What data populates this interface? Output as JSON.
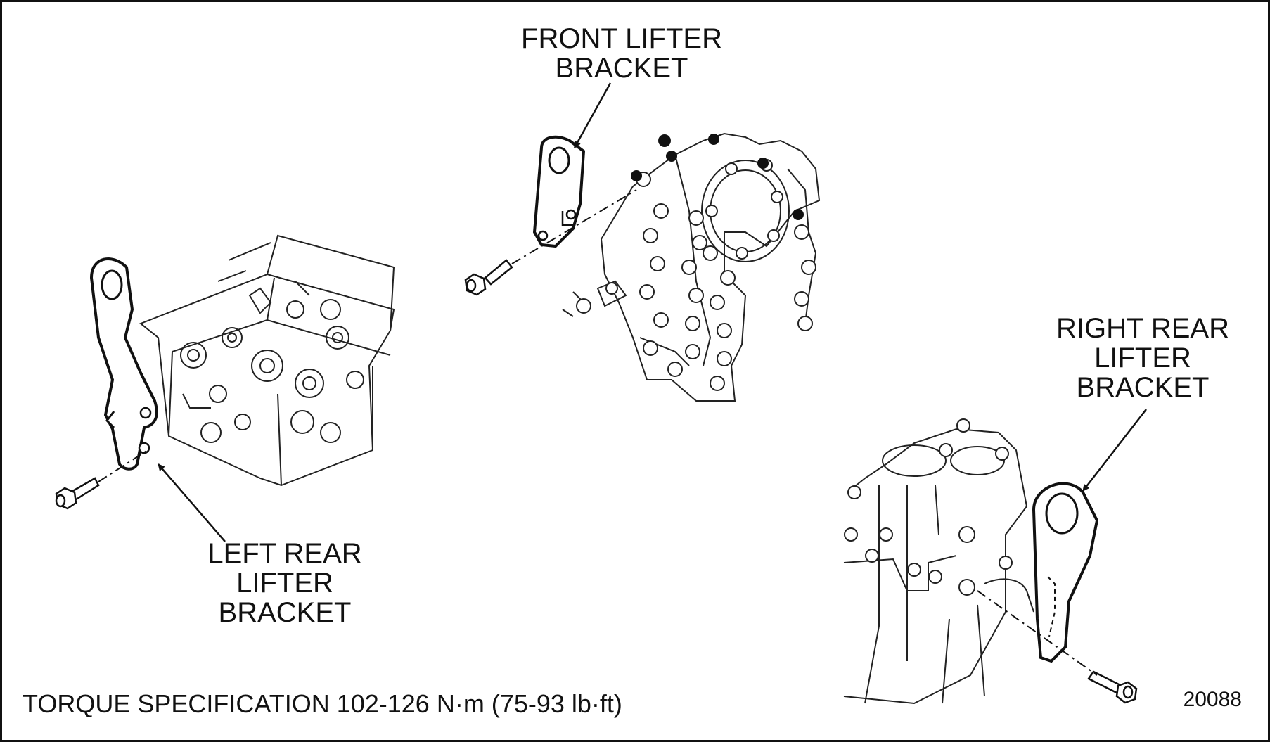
{
  "callouts": {
    "front": {
      "line1": "FRONT LIFTER",
      "line2": "BRACKET"
    },
    "left_rear": {
      "line1": "LEFT REAR",
      "line2": "LIFTER",
      "line3": "BRACKET"
    },
    "right_rear": {
      "line1": "RIGHT REAR",
      "line2": "LIFTER",
      "line3": "BRACKET"
    }
  },
  "torque_spec": "TORQUE SPECIFICATION 102-126 N·m (75-93 lb·ft)",
  "figure_number": "20088"
}
